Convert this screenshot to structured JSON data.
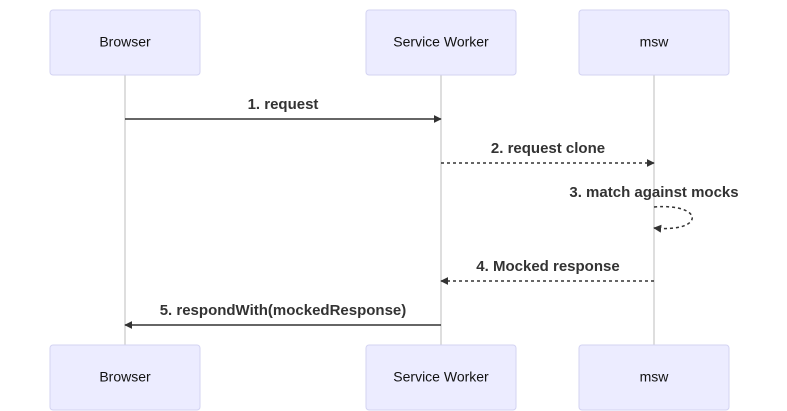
{
  "diagram": {
    "type": "sequence",
    "actors": [
      {
        "id": "browser",
        "label": "Browser"
      },
      {
        "id": "sw",
        "label": "Service Worker"
      },
      {
        "id": "msw",
        "label": "msw"
      }
    ],
    "messages": [
      {
        "from": "browser",
        "to": "sw",
        "text": "1. request",
        "style": "solid"
      },
      {
        "from": "sw",
        "to": "msw",
        "text": "2. request clone",
        "style": "dashed"
      },
      {
        "from": "msw",
        "to": "msw",
        "text": "3. match against mocks",
        "style": "dashed"
      },
      {
        "from": "msw",
        "to": "sw",
        "text": "4. Mocked response",
        "style": "dashed"
      },
      {
        "from": "sw",
        "to": "browser",
        "text": "5. respondWith(mockedResponse)",
        "style": "solid"
      }
    ]
  }
}
